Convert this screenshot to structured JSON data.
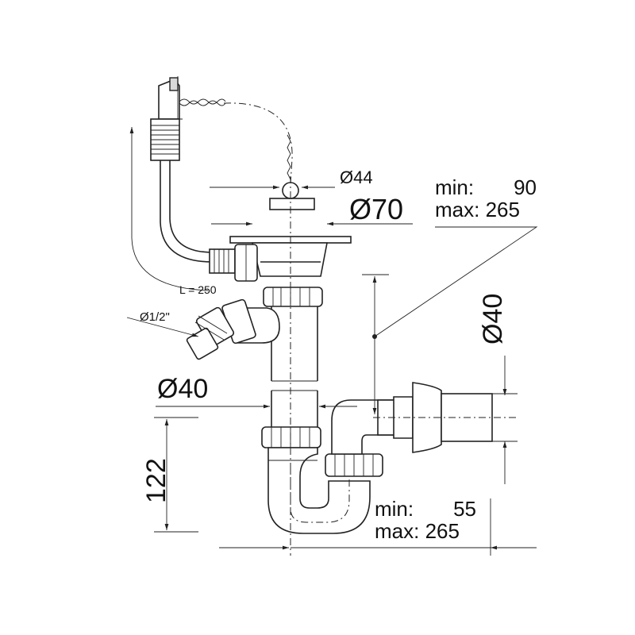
{
  "diagram": {
    "labels": {
      "d44": "Ø44",
      "d70": "Ø70",
      "d40_left": "Ø40",
      "d40_right": "Ø40",
      "d_half_inch": "Ø1/2\"",
      "hose_length": "L = 250",
      "height": "122",
      "top_min": "min:",
      "top_min_value": "90",
      "top_max": "max: 265",
      "bottom_min": "min:",
      "bottom_min_value": "55",
      "bottom_max": "max: 265"
    },
    "colors": {
      "line": "#222222",
      "background": "#ffffff"
    }
  }
}
